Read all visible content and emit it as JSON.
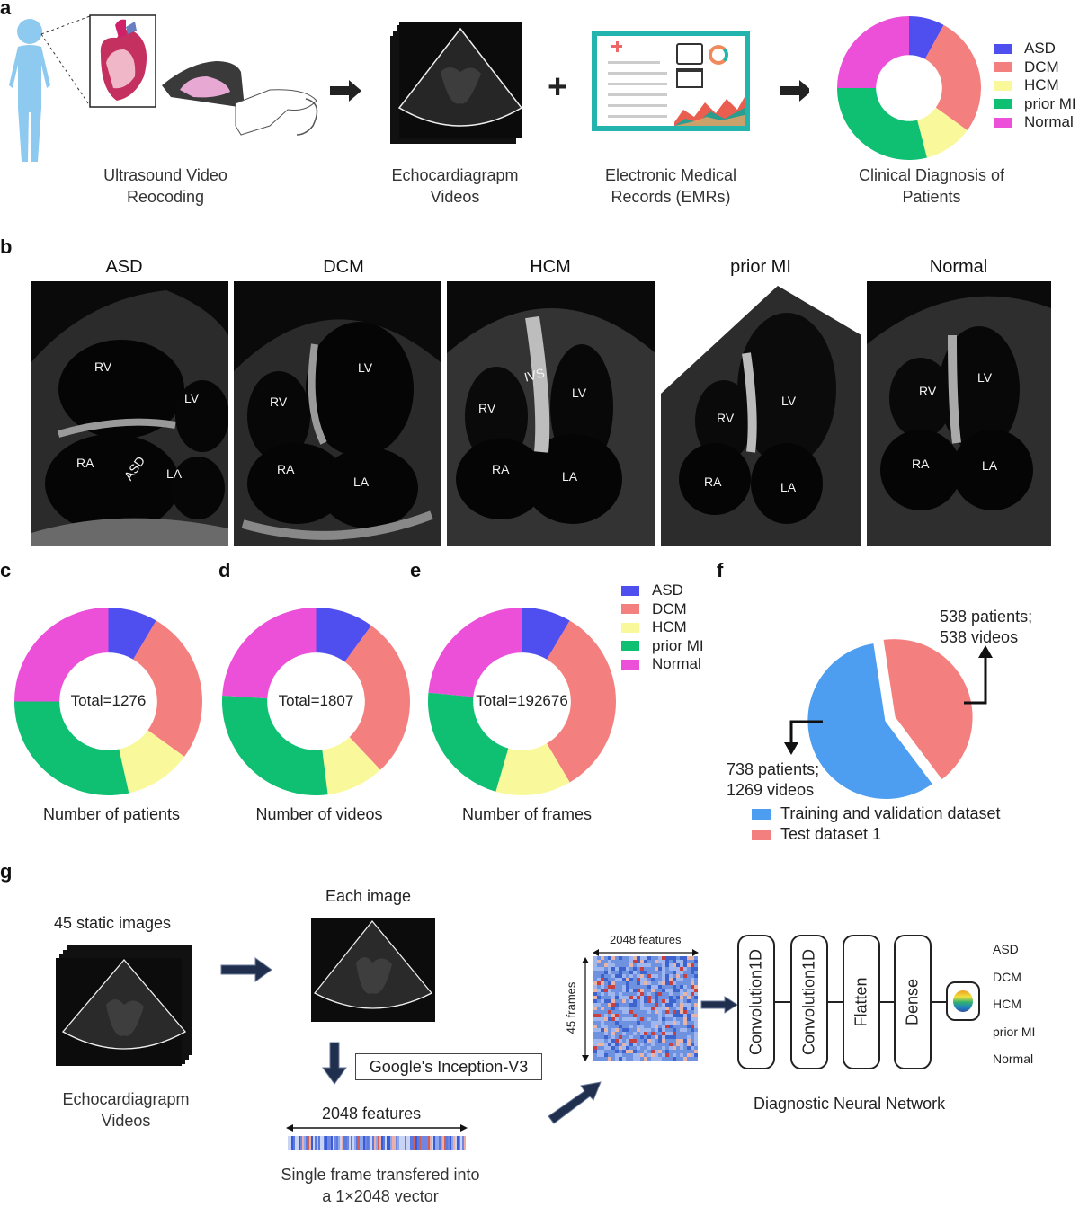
{
  "colors": {
    "ASD": "#4f4ff0",
    "DCM": "#f47f7f",
    "HCM": "#f9f99b",
    "prior MI": "#0fbf72",
    "Normal": "#ec4fd8",
    "train": "#4d9df0",
    "test": "#f47f7f"
  },
  "panel_labels": [
    "a",
    "b",
    "c",
    "d",
    "e",
    "f",
    "g"
  ],
  "panel_a": {
    "captions": [
      [
        "Ultrasound Video",
        "Reocoding"
      ],
      [
        "Echocardiagrapm",
        "Videos"
      ],
      [
        "Electronic Medical",
        "Records (EMRs)"
      ],
      [
        "Clinical Diagnosis of",
        "Patients"
      ]
    ],
    "plus": "+",
    "legend": [
      "ASD",
      "DCM",
      "HCM",
      "prior MI",
      "Normal"
    ],
    "icons": [
      "human-body-icon",
      "heart-icon",
      "ultrasound-probe-icon",
      "arrow-right-icon",
      "emr-document-icon"
    ]
  },
  "panel_b": {
    "images": [
      {
        "title": "ASD",
        "labels": [
          "RV",
          "LV",
          "RA",
          "ASD",
          "LA"
        ]
      },
      {
        "title": "DCM",
        "labels": [
          "LV",
          "RV",
          "RA",
          "LA"
        ]
      },
      {
        "title": "HCM",
        "labels": [
          "IVS",
          "LV",
          "RV",
          "RA",
          "LA"
        ]
      },
      {
        "title": "prior MI",
        "labels": [
          "LV",
          "RV",
          "RA",
          "LA"
        ]
      },
      {
        "title": "Normal",
        "labels": [
          "RV",
          "LV",
          "RA",
          "LA"
        ]
      }
    ]
  },
  "chart_data": [
    {
      "type": "pie",
      "panel": "a",
      "categories": [
        "ASD",
        "DCM",
        "HCM",
        "prior MI",
        "Normal"
      ],
      "values": [
        0.08,
        0.27,
        0.11,
        0.29,
        0.25
      ],
      "value_unit": "fraction",
      "legend_position": "right"
    },
    {
      "type": "pie",
      "panel": "c",
      "title": "Number of patients",
      "center_label": "Total=1276",
      "categories": [
        "ASD",
        "DCM",
        "HCM",
        "prior MI",
        "Normal"
      ],
      "values": [
        0.085,
        0.265,
        0.115,
        0.285,
        0.25
      ],
      "value_unit": "fraction"
    },
    {
      "type": "pie",
      "panel": "d",
      "title": "Number of videos",
      "center_label": "Total=1807",
      "categories": [
        "ASD",
        "DCM",
        "HCM",
        "prior MI",
        "Normal"
      ],
      "values": [
        0.1,
        0.28,
        0.1,
        0.28,
        0.24
      ],
      "value_unit": "fraction"
    },
    {
      "type": "pie",
      "panel": "e",
      "title": "Number of frames",
      "center_label": "Total=192676",
      "categories": [
        "ASD",
        "DCM",
        "HCM",
        "prior MI",
        "Normal"
      ],
      "values": [
        0.085,
        0.33,
        0.13,
        0.22,
        0.235
      ],
      "value_unit": "fraction",
      "legend": [
        "ASD",
        "DCM",
        "HCM",
        "prior MI",
        "Normal"
      ]
    },
    {
      "type": "pie",
      "panel": "f",
      "categories": [
        "Training and validation dataset",
        "Test dataset 1"
      ],
      "values": [
        738,
        538
      ],
      "value_unit": "patients",
      "annotations": [
        {
          "lines": [
            "538 patients;",
            "538 videos"
          ]
        },
        {
          "lines": [
            "738 patients;",
            "1269 videos"
          ]
        }
      ]
    }
  ],
  "panel_g": {
    "static_images_label": "45 static images",
    "video_caption": [
      "Echocardiagrapm",
      "Videos"
    ],
    "each_image_label": "Each image",
    "inception_label": "Google's Inception-V3",
    "features_label": "2048 features",
    "vector_caption": [
      "Single frame transfered into",
      "a 1×2048 vector"
    ],
    "heatmap_top_label": "2048 features",
    "heatmap_side_label": "45 frames",
    "network_layers": [
      "Convolution1D",
      "Convolution1D",
      "Flatten",
      "Dense"
    ],
    "network_caption": "Diagnostic Neural Network",
    "outputs": [
      "ASD",
      "DCM",
      "HCM",
      "prior MI",
      "Normal"
    ]
  }
}
